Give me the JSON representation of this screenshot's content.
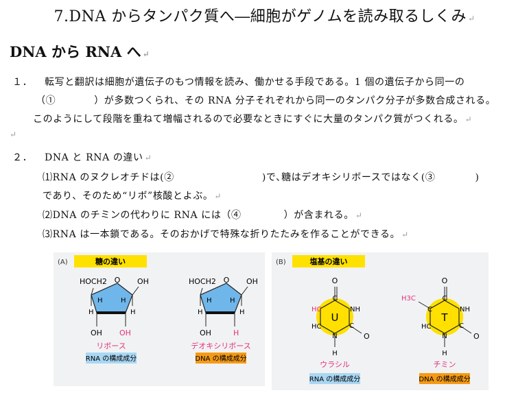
{
  "title": "7.DNA からタンパク質へ―細胞がゲノムを読み取るしくみ",
  "section_heading": "DNA から RNA へ",
  "return_mark": "↵",
  "p1": {
    "num": "１．",
    "line1": "転写と翻訳は細胞が遺伝子のもつ情報を読み、働かせる手段である。1 個の遺伝子から同一の",
    "line2_a": "（①",
    "line2_b": "）が多数つくられ、その RNA 分子それぞれから同一のタンパク分子が多数合成される。",
    "line3": "このようにして段階を重ねて増幅されるので必要なときにすぐに大量のタンパク質がつくれる。"
  },
  "p2": {
    "num": "２．",
    "heading": "DNA と RNA の違い",
    "i1_a": "⑴RNA のヌクレオチドは(②",
    "i1_b": ")で､糖はデオキシリボースではなく(③",
    "i1_c": ")",
    "i1_line2": "であり、そのため“リボ”核酸とよぶ。",
    "i2_a": "⑵DNA のチミンの代わりに RNA には（④",
    "i2_b": "）が含まれる。",
    "i3": "⑶RNA は一本鎖である。そのおかげで特殊な折りたたみを作ることができる。"
  },
  "figA": {
    "panel": "(A)",
    "header": "糖の違い",
    "ribose": {
      "hoch2": "HOCH2",
      "o": "O",
      "oh_right": "OH",
      "h": "H",
      "oh1": "OH",
      "oh2": "OH",
      "name": "リボース",
      "badge": "RNA の構成成分"
    },
    "deoxy": {
      "hoch2": "HOCH2",
      "o": "O",
      "oh_right": "OH",
      "h": "H",
      "oh1": "OH",
      "h2": "H",
      "name": "デオキシリボース",
      "badge": "DNA の構成成分"
    }
  },
  "figB": {
    "panel": "(B)",
    "header": "塩基の違い",
    "uracil": {
      "o": "O",
      "c": "C",
      "hc": "HC",
      "nh": "NH",
      "n": "N",
      "h": "H",
      "letter": "U",
      "name": "ウラシル",
      "badge": "RNA の構成成分"
    },
    "thymine": {
      "o": "O",
      "c": "C",
      "h3c": "H3C",
      "hc": "HC",
      "nh": "NH",
      "n": "N",
      "h": "H",
      "letter": "T",
      "name": "チミン",
      "badge": "DNA の構成成分"
    }
  },
  "colors": {
    "header_yellow": "#ffe100",
    "sugar_blue": "#6fb6ea",
    "base_yellow": "#ffe000",
    "magenta": "#e4317a",
    "rna_badge": "#a9d7f3",
    "dna_badge": "#f59a16",
    "panel_bg": "#f1f2f3"
  }
}
